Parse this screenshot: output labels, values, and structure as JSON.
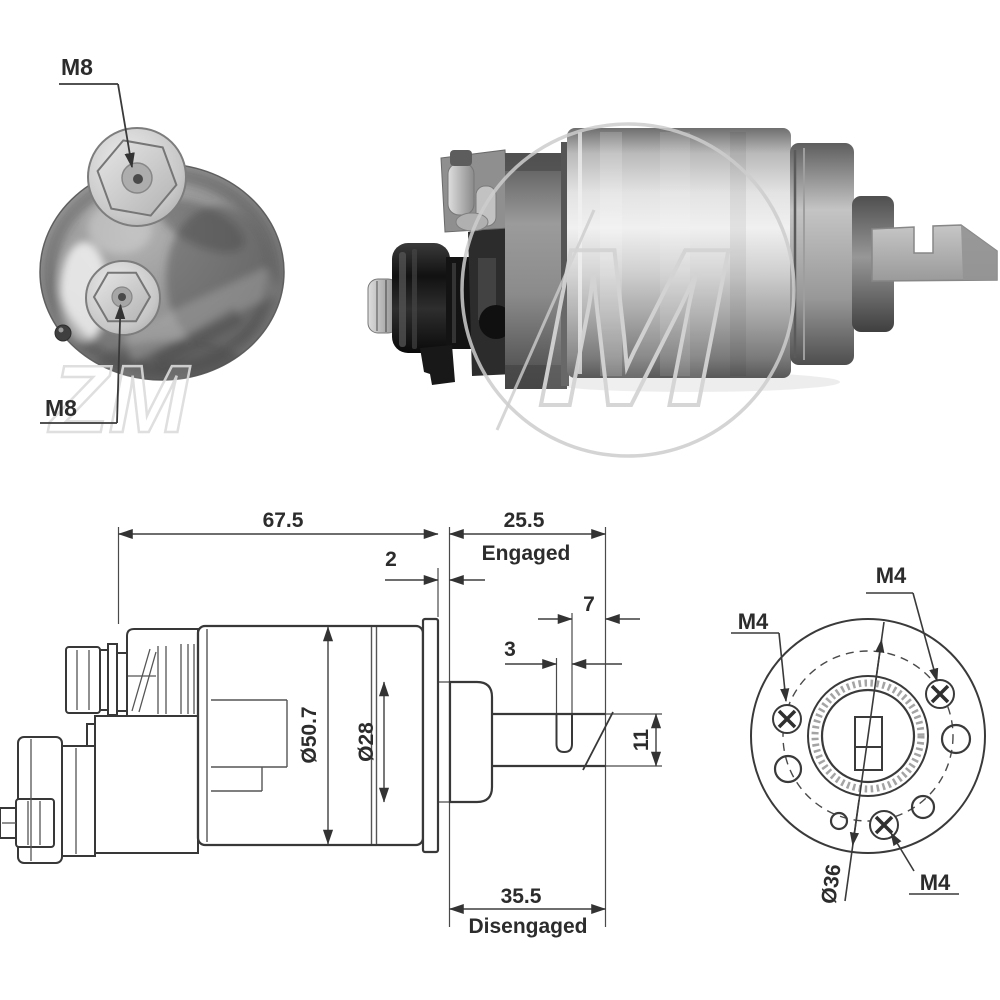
{
  "colors": {
    "background": "#ffffff",
    "line": "#3a3a3a",
    "text": "#2c2c2c",
    "watermark": "#d6d6d6"
  },
  "left_photo": {
    "terminal_top_label": "M8",
    "terminal_bottom_label": "M8"
  },
  "watermark": {
    "left_text": "ZM",
    "right_letter": "M"
  },
  "side_drawing": {
    "dims": {
      "body_length": "67.5",
      "engaged_travel": "25.5",
      "engaged_label": "Engaged",
      "flange_thickness": "2",
      "slot_to_end": "7",
      "slot_width": "3",
      "rod_height": "11",
      "body_diameter": "Ø50.7",
      "boss_diameter": "Ø28",
      "disengaged_travel": "35.5",
      "disengaged_label": "Disengaged"
    }
  },
  "end_drawing": {
    "screw_label_left": "M4",
    "screw_label_top": "M4",
    "screw_label_bottom": "M4",
    "bolt_circle_diameter": "Ø36"
  }
}
